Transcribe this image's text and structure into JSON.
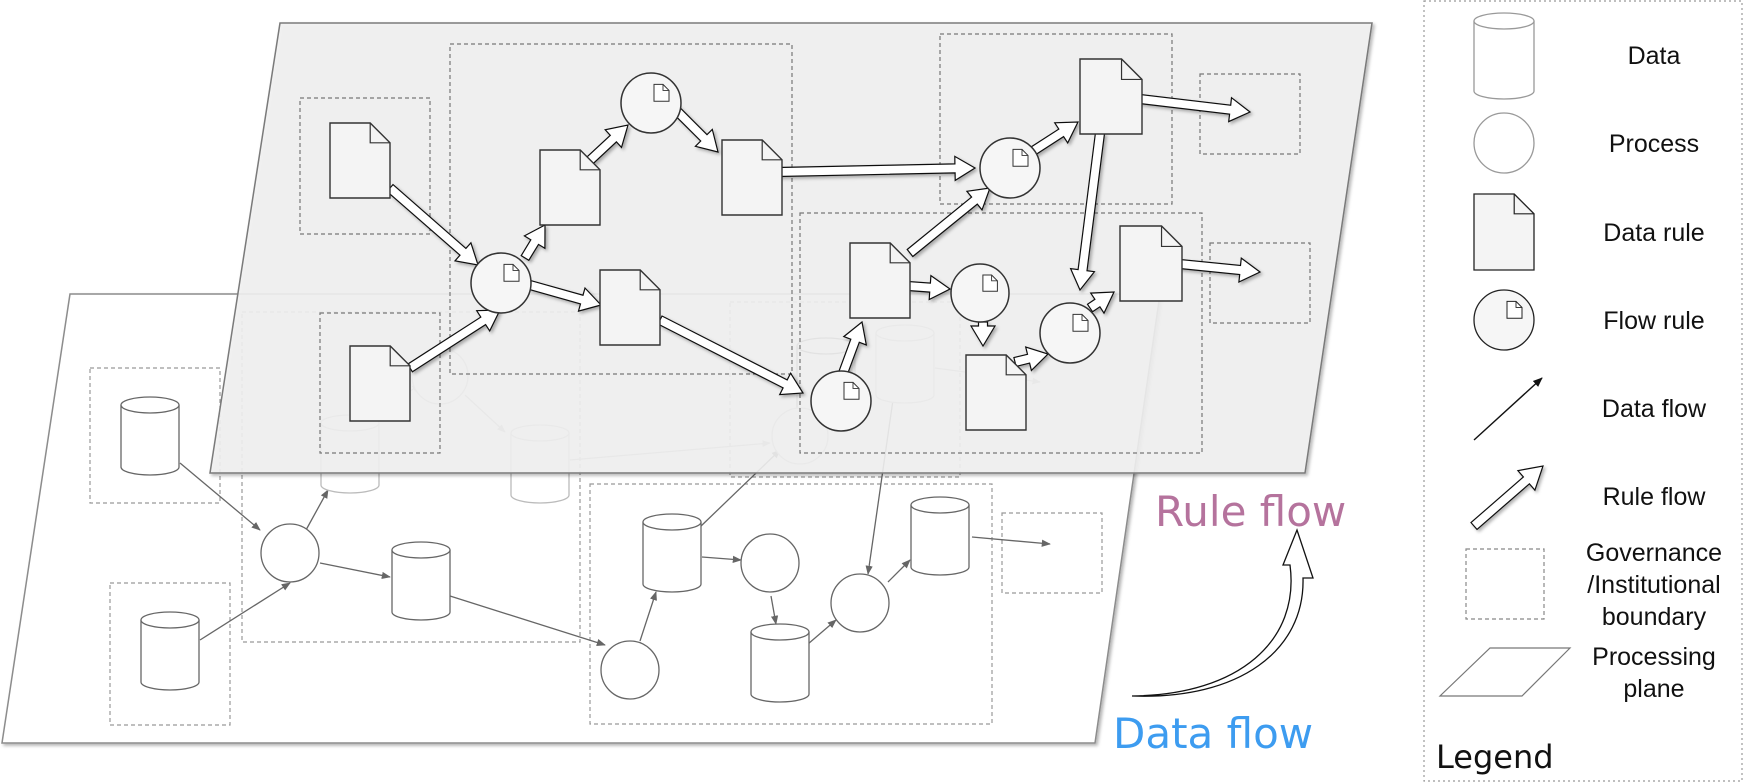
{
  "labels": {
    "rule_flow": "Rule flow",
    "data_flow": "Data flow"
  },
  "legend": {
    "title": "Legend",
    "items": [
      {
        "icon": "cylinder-icon",
        "lines": [
          "Data"
        ]
      },
      {
        "icon": "circle-icon",
        "lines": [
          "Process"
        ]
      },
      {
        "icon": "document-icon",
        "lines": [
          "Data rule"
        ]
      },
      {
        "icon": "circle-document-icon",
        "lines": [
          "Flow rule"
        ]
      },
      {
        "icon": "thin-arrow-icon",
        "lines": [
          "Data flow"
        ]
      },
      {
        "icon": "block-arrow-icon",
        "lines": [
          "Rule flow"
        ]
      },
      {
        "icon": "dashed-box-icon",
        "lines": [
          "Governance",
          "/Institutional",
          "boundary"
        ]
      },
      {
        "icon": "parallelogram-icon",
        "lines": [
          "Processing",
          "plane"
        ]
      }
    ]
  },
  "colors": {
    "rule_flow": "#b5739d",
    "data_flow": "#3d9cf0",
    "upper_plane_fill": "#f1f1f1",
    "upper_plane_stroke": "#7a7a7a",
    "lower_plane_stroke": "#8c8c8c",
    "boundary": "#888888"
  }
}
